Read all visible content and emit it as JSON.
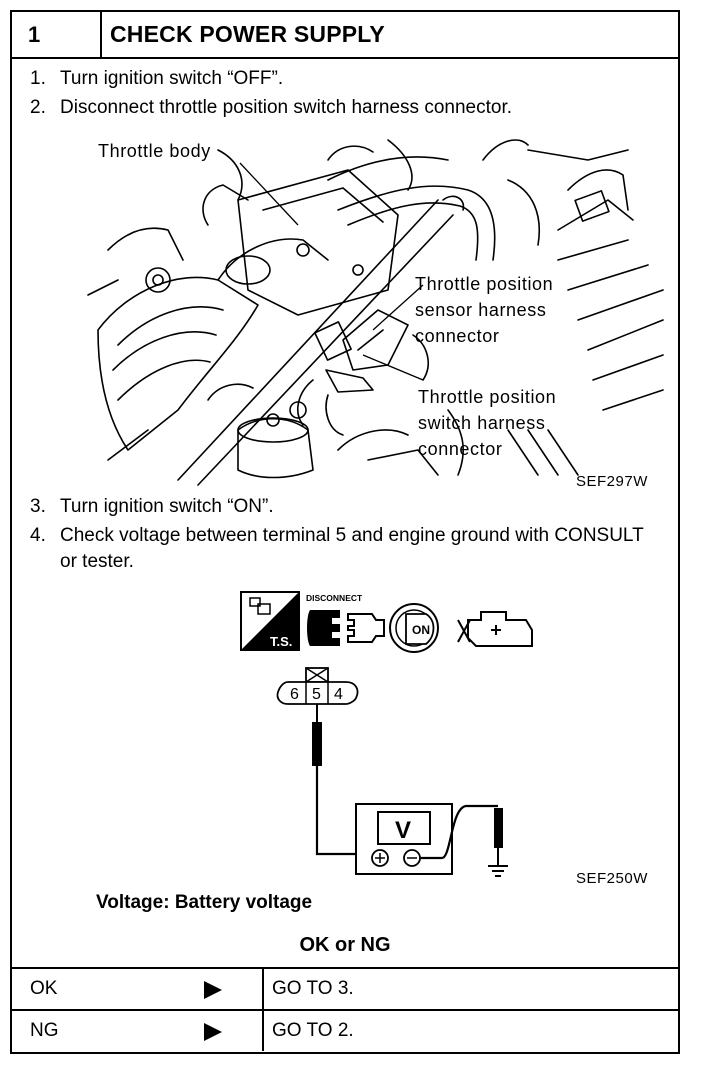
{
  "header": {
    "number": "1",
    "title": "CHECK POWER SUPPLY"
  },
  "steps": [
    {
      "num": "1.",
      "text": "Turn ignition switch “OFF”."
    },
    {
      "num": "2.",
      "text": "Disconnect throttle position switch harness connector."
    },
    {
      "num": "3.",
      "text": "Turn ignition switch “ON”."
    },
    {
      "num": "4.",
      "text": "Check voltage between terminal 5 and engine ground with CONSULT or tester."
    }
  ],
  "figure1": {
    "labels": {
      "throttle_body": "Throttle body",
      "sensor_line1": "Throttle position",
      "sensor_line2": "sensor harness",
      "sensor_line3": "connector",
      "switch_line1": "Throttle position",
      "switch_line2": "switch harness",
      "switch_line3": "connector"
    },
    "code": "SEF297W"
  },
  "figure2": {
    "icon_ts": "T.S.",
    "icon_disconnect": "DISCONNECT",
    "icon_on": "ON",
    "terminals": [
      "6",
      "5",
      "4"
    ],
    "meter": "V",
    "code": "SEF250W"
  },
  "voltage": "Voltage: Battery voltage",
  "question": "OK or NG",
  "results": [
    {
      "result": "OK",
      "action": "GO TO 3."
    },
    {
      "result": "NG",
      "action": "GO TO 2."
    }
  ],
  "icons": [
    "arrow-right-icon",
    "tester-icon",
    "disconnect-icon",
    "ignition-key-icon",
    "engine-icon",
    "ground-icon"
  ]
}
